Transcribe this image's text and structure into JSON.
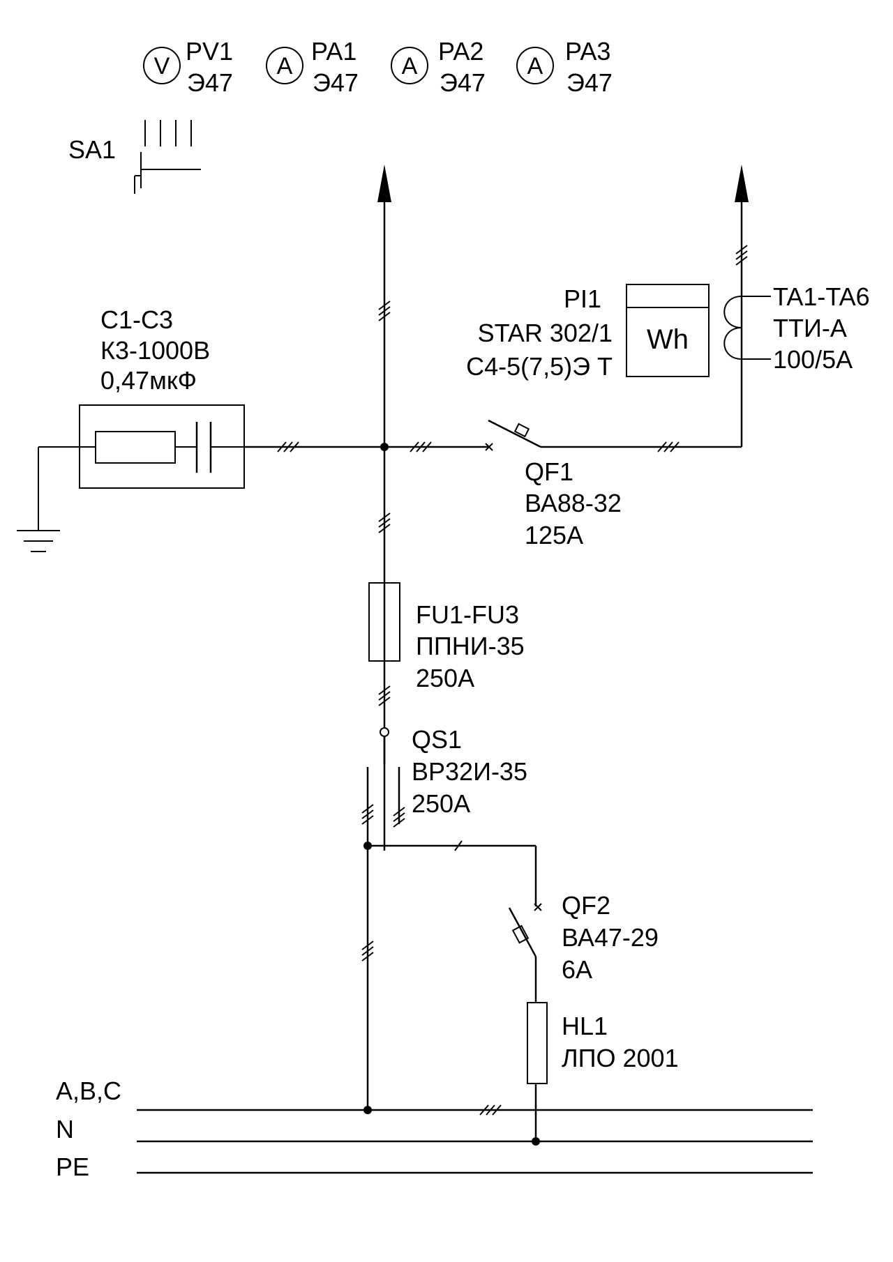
{
  "meters": [
    {
      "symbol": "V",
      "designation": "PV1",
      "type": "Э47"
    },
    {
      "symbol": "A",
      "designation": "PA1",
      "type": "Э47"
    },
    {
      "symbol": "A",
      "designation": "PA2",
      "type": "Э47"
    },
    {
      "symbol": "A",
      "designation": "PA3",
      "type": "Э47"
    }
  ],
  "switch_sa1": {
    "designation": "SA1"
  },
  "capacitors": {
    "designation": "C1-C3",
    "type": "К3-1000В",
    "rating": "0,47мкФ"
  },
  "energy_meter": {
    "designation": "PI1",
    "type": "STAR 302/1",
    "spec": "С4-5(7,5)Э Т",
    "symbol": "Wh"
  },
  "current_transformers": {
    "designation": "TA1-TA6",
    "type": "ТТИ-А",
    "ratio": "100/5А"
  },
  "breaker_qf1": {
    "designation": "QF1",
    "type": "ВА88-32",
    "rating": "125А"
  },
  "fuses": {
    "designation": "FU1-FU3",
    "type": "ППНИ-35",
    "rating": "250А"
  },
  "disconnector_qs1": {
    "designation": "QS1",
    "type": "ВР32И-35",
    "rating": "250А"
  },
  "breaker_qf2": {
    "designation": "QF2",
    "type": "ВА47-29",
    "rating": "6А"
  },
  "lamp_hl1": {
    "designation": "HL1",
    "type": "ЛПО 2001"
  },
  "buses": {
    "phase": "A,B,C",
    "neutral": "N",
    "protective": "PE"
  }
}
